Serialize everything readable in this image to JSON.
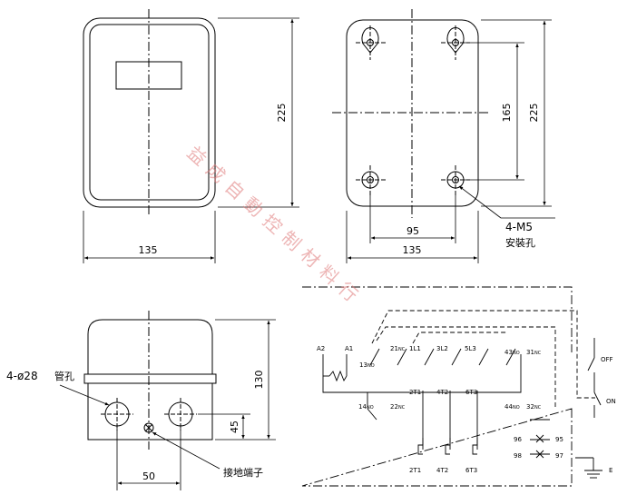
{
  "front_view": {
    "width_label": "135",
    "height_label": "225"
  },
  "mount_view": {
    "width_label": "135",
    "hole_spacing_x": "95",
    "hole_spacing_y": "165",
    "height_label": "225",
    "hole_spec": "4-M5",
    "hole_caption": "安裝孔"
  },
  "side_view": {
    "conduit_label": "4-ø28",
    "conduit_caption": "管孔",
    "height_label": "130",
    "offset_label": "45",
    "spacing_label": "50",
    "ground_caption": "接地端子"
  },
  "wiring": {
    "top_terminals": [
      "A2",
      "A1",
      "21",
      "1L1",
      "3L2",
      "5L3",
      "43",
      "31"
    ],
    "nc_tag": "NC",
    "no_tag": "NO",
    "left_terminals": [
      "13",
      "14"
    ],
    "mid_terminals": [
      "22",
      "2T1",
      "4T2",
      "6T3",
      "44",
      "32"
    ],
    "bottom_terminals": [
      "2T1",
      "4T2",
      "6T3"
    ],
    "aux_left": [
      "96",
      "98"
    ],
    "aux_right": [
      "95",
      "97"
    ],
    "switch_off": "OFF",
    "switch_on": "ON",
    "ground": "E"
  },
  "watermark": "益成自動控制材料行"
}
